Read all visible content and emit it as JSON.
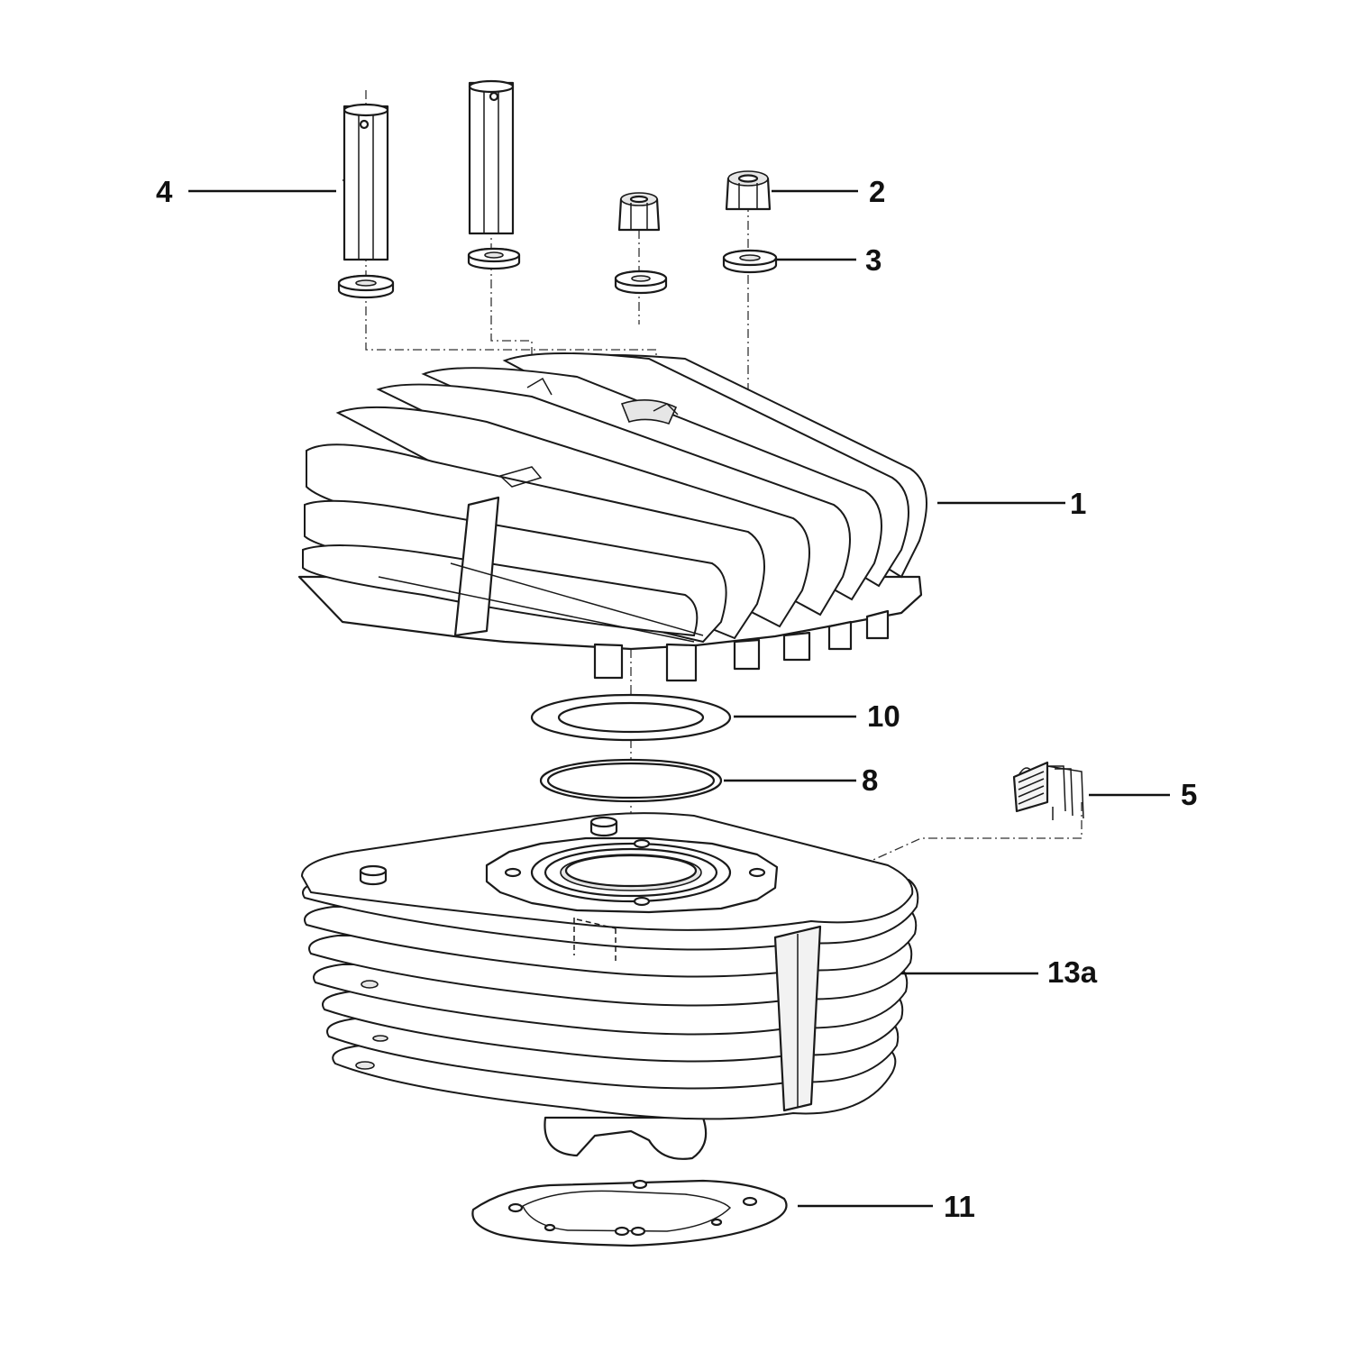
{
  "callouts": {
    "c1": "1",
    "c2": "2",
    "c3": "3",
    "c4": "4",
    "c5": "5",
    "c8": "8",
    "c10": "10",
    "c11": "11",
    "c13a": "13a"
  }
}
